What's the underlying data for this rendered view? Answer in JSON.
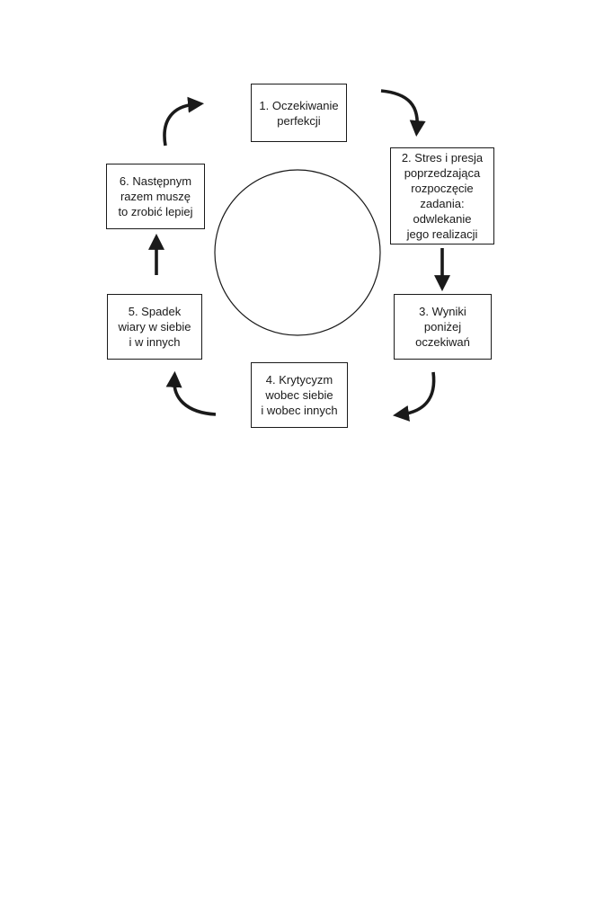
{
  "diagram": {
    "steps": [
      {
        "id": "1",
        "text": "1. Oczekiwanie\nperfekcji"
      },
      {
        "id": "2",
        "text": "2. Stres i presja\npoprzedzająca\nrozpoczęcie\nzadania:\nodwlekanie\njego realizacji"
      },
      {
        "id": "3",
        "text": "3. Wyniki\nponiżej\noczekiwań"
      },
      {
        "id": "4",
        "text": "4. Krytycyzm\nwobec siebie\ni wobec innych"
      },
      {
        "id": "5",
        "text": "5. Spadek\nwiary w siebie\ni w innych"
      },
      {
        "id": "6",
        "text": "6. Następnym\nrazem muszę\nto zrobić lepiej"
      }
    ],
    "colors": {
      "stroke": "#1a1a1a",
      "background": "#ffffff"
    }
  }
}
